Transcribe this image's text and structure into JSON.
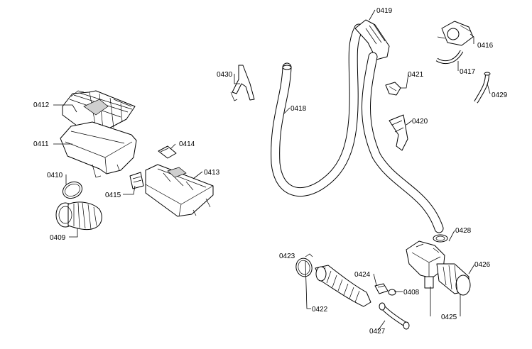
{
  "labels": [
    {
      "id": "p0412",
      "text": "0412"
    },
    {
      "id": "p0411",
      "text": "0411"
    },
    {
      "id": "p0410",
      "text": "0410"
    },
    {
      "id": "p0409",
      "text": "0409"
    },
    {
      "id": "p0415",
      "text": "0415"
    },
    {
      "id": "p0414",
      "text": "0414"
    },
    {
      "id": "p0413",
      "text": "0413"
    },
    {
      "id": "p0430",
      "text": "0430"
    },
    {
      "id": "p0418",
      "text": "0418"
    },
    {
      "id": "p0419",
      "text": "0419"
    },
    {
      "id": "p0421",
      "text": "0421"
    },
    {
      "id": "p0420",
      "text": "0420"
    },
    {
      "id": "p0416",
      "text": "0416"
    },
    {
      "id": "p0417",
      "text": "0417"
    },
    {
      "id": "p0429",
      "text": "0429"
    },
    {
      "id": "p0428",
      "text": "0428"
    },
    {
      "id": "p0426",
      "text": "0426"
    },
    {
      "id": "p0425",
      "text": "0425"
    },
    {
      "id": "p0423",
      "text": "0423"
    },
    {
      "id": "p0424",
      "text": "0424"
    },
    {
      "id": "p0408",
      "text": "0408"
    },
    {
      "id": "p0422",
      "text": "0422"
    },
    {
      "id": "p0427",
      "text": "0427"
    }
  ]
}
